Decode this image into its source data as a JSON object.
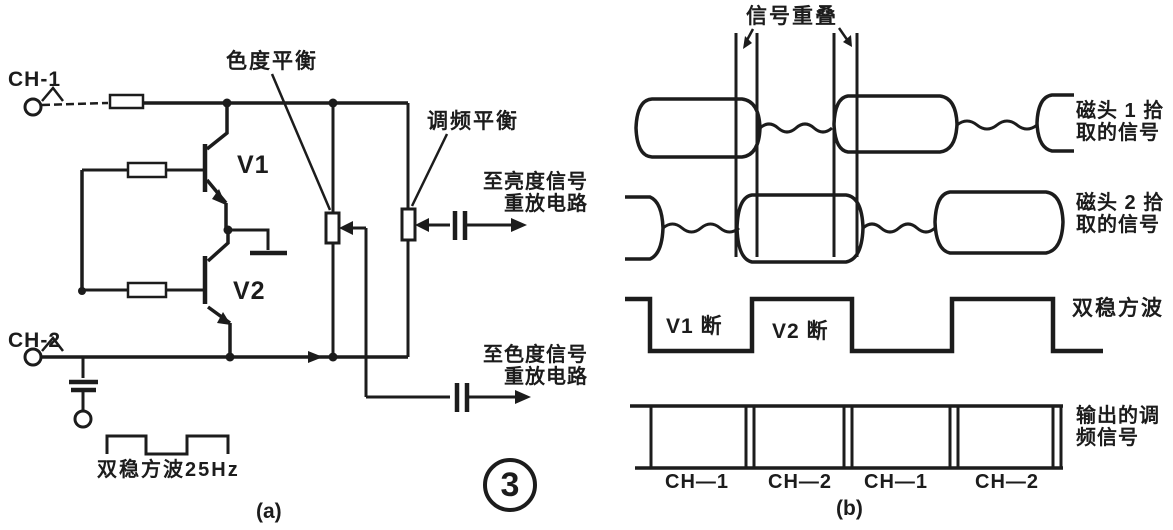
{
  "colors": {
    "ink": "#1c1c1c",
    "paper": "#ffffff"
  },
  "panel_a": {
    "ch1_label": "CH-1",
    "ch2_label": "CH-2",
    "v1_label": "V1",
    "v2_label": "V2",
    "chroma_balance_label": "色度平衡",
    "fm_balance_label": "调频平衡",
    "to_luma_line1": "至亮度信号",
    "to_luma_line2": "重放电路",
    "to_chroma_line1": "至色度信号",
    "to_chroma_line2": "重放电路",
    "square_wave_label": "双稳方波25Hz",
    "caption": "(a)",
    "figure_number": "3"
  },
  "panel_b": {
    "overlap_label": "信号重叠",
    "head1_line1": "磁头 1 拾",
    "head1_line2": "取的信号",
    "head2_line1": "磁头 2 拾",
    "head2_line2": "取的信号",
    "v1_off_label": "V1 断",
    "v2_off_label": "V2 断",
    "bistable_label": "双稳方波",
    "fm_output_line1": "输出的调",
    "fm_output_line2": "频信号",
    "channel_labels": [
      "CH—1",
      "CH—2",
      "CH—1",
      "CH—2"
    ],
    "caption": "(b)"
  }
}
